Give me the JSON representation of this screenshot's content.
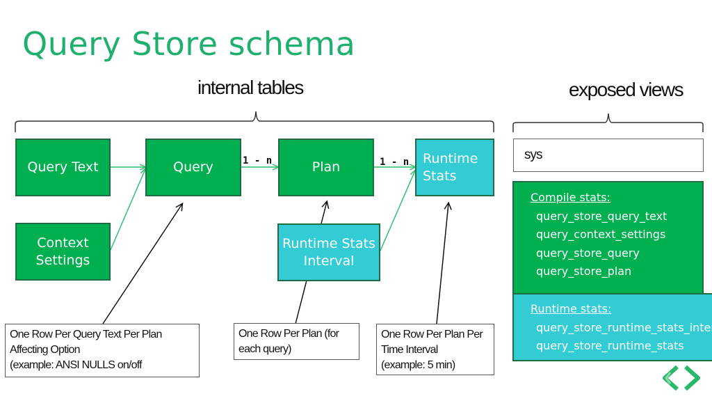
{
  "title": "Query Store schema",
  "sections": {
    "internal": "internal tables",
    "exposed": "exposed views"
  },
  "entities": {
    "query_text": "Query Text",
    "query": "Query",
    "plan": "Plan",
    "runtime_stats": "Runtime Stats",
    "context_settings": "Context Settings",
    "runtime_stats_interval": "Runtime Stats Interval"
  },
  "cardinality": {
    "query_plan": "1 - n",
    "plan_stats": "1 - n"
  },
  "notes": {
    "query": [
      "One Row Per Query Text Per  Plan",
      "Affecting Option",
      "(example: ANSI NULLS on/off"
    ],
    "plan": [
      "One Row Per Plan (for",
      "each query)"
    ],
    "stats": [
      "One Row Per Plan Per",
      "Time Interval",
      "(example: 5 min)"
    ]
  },
  "views": {
    "schema": "sys",
    "compile": {
      "heading": "Compile stats:",
      "items": [
        "query_store_query_text",
        "query_context_settings",
        "query_store_query",
        "query_store_plan"
      ]
    },
    "runtime": {
      "heading": "Runtime stats:",
      "items": [
        "query_store_runtime_stats_interval",
        "query_store_runtime_stats"
      ]
    }
  },
  "colors": {
    "title": "#1fb070",
    "entity_green": "#00b050",
    "entity_teal": "#33ccd4",
    "connector": "#2fbf6f"
  },
  "icons": {
    "nav": "nav-chevrons-icon"
  }
}
